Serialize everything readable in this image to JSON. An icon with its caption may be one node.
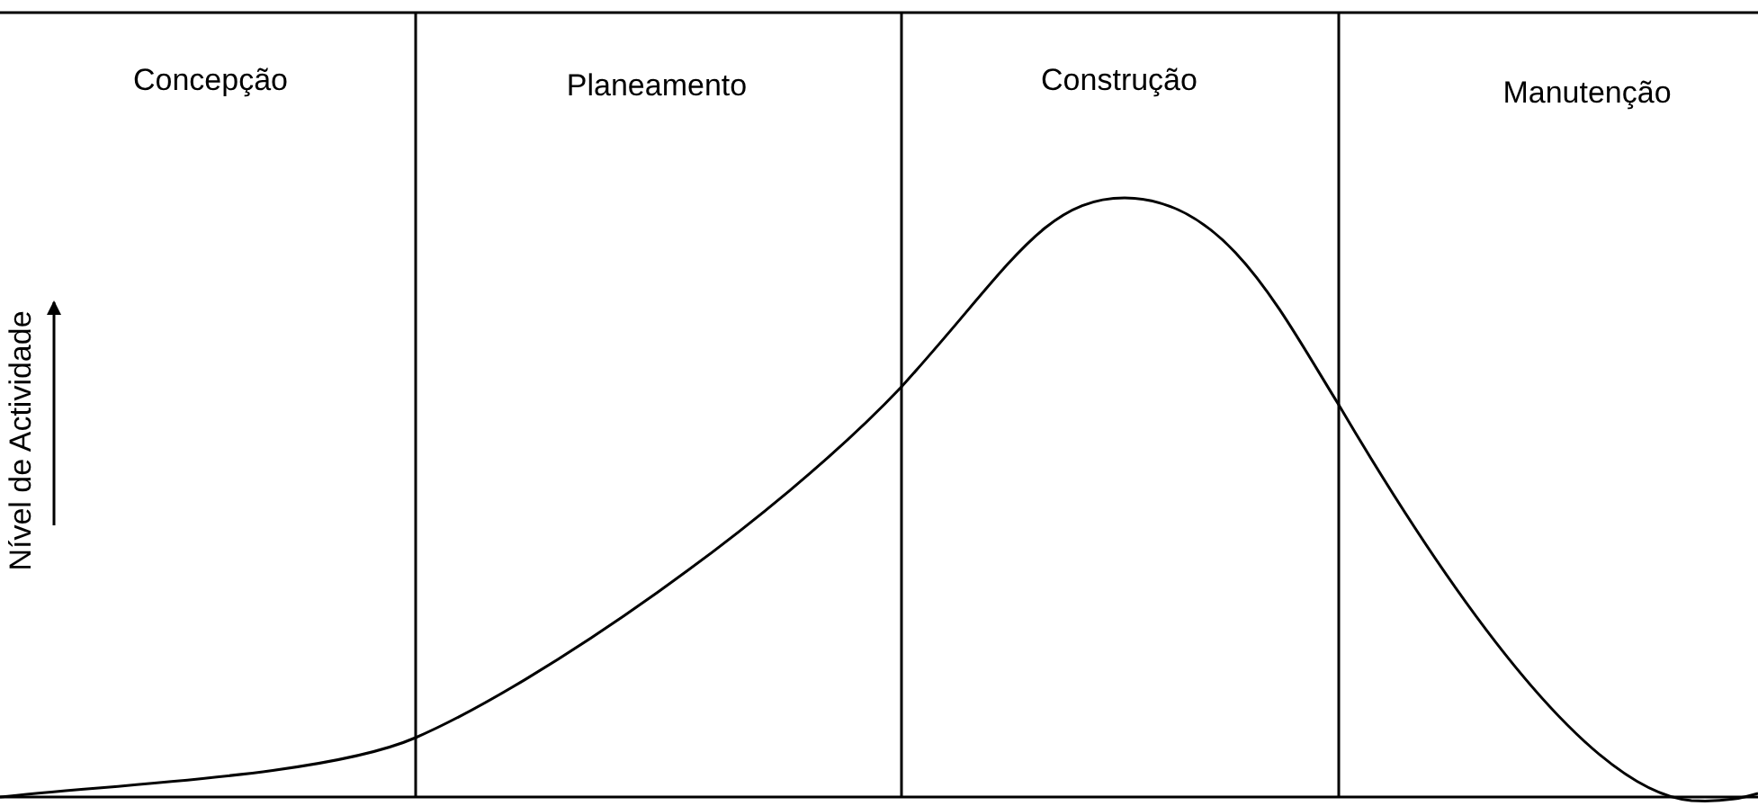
{
  "diagram": {
    "labels": [
      "Concepção",
      "Planeamento",
      "Construção",
      "Manutenção",
      "Nível de Actividade"
    ]
  }
}
